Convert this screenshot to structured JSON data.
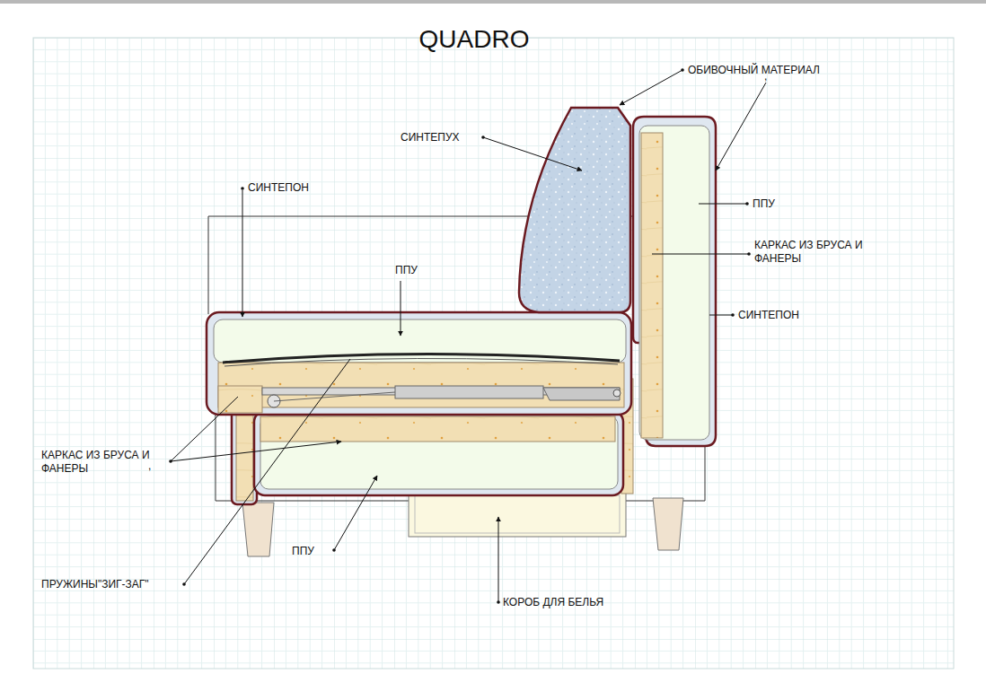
{
  "diagram": {
    "title": "QUADRO",
    "labels": [
      "ОБИВОЧНЫЙ МАТЕРИАЛ",
      ",",
      "СИНТЕПУХ",
      "СИНТЕПОН",
      "ППУ",
      "ППУ",
      "КАРКАС ИЗ БРУСА И ФАНЕРЫ",
      "СИНТЕПОН",
      "КАРКАС ИЗ БРУСА И ФАНЕРЫ",
      ",",
      "ППУ",
      "ПРУЖИНЫ\"ЗИГ-ЗАГ\"",
      "КОРОБ ДЛЯ БЕЛЬЯ"
    ]
  }
}
